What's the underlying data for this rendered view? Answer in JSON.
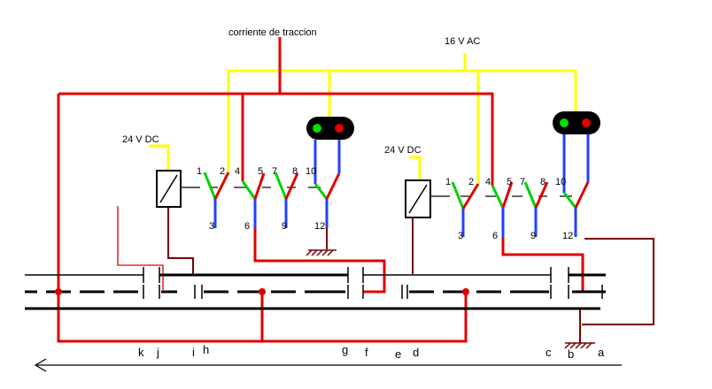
{
  "colors": {
    "traction": "#e00000",
    "ac": "#ffff00",
    "dc": "#ffff00",
    "contact_moving": "#00d000",
    "contact_closed": "#2040ff",
    "brown": "#7a0000",
    "black": "#000000",
    "lamp_green": "#00e000",
    "lamp_red": "#e00000"
  },
  "labels": {
    "traction_current": "corriente de traccion",
    "ac_supply": "16 V AC",
    "dc_left": "24 V DC",
    "dc_right": "24 V DC"
  },
  "relay_left": {
    "top": [
      "1",
      "2",
      "4",
      "5",
      "7",
      "8",
      "10"
    ],
    "bottom": [
      "3",
      "6",
      "9",
      "12"
    ]
  },
  "relay_right": {
    "top": [
      "1",
      "2",
      "4",
      "5",
      "7",
      "8",
      "10"
    ],
    "bottom": [
      "3",
      "6",
      "9",
      "12"
    ]
  },
  "track_letters": [
    "k",
    "j",
    "i",
    "h",
    "g",
    "f",
    "e",
    "d",
    "c",
    "b",
    "a"
  ]
}
